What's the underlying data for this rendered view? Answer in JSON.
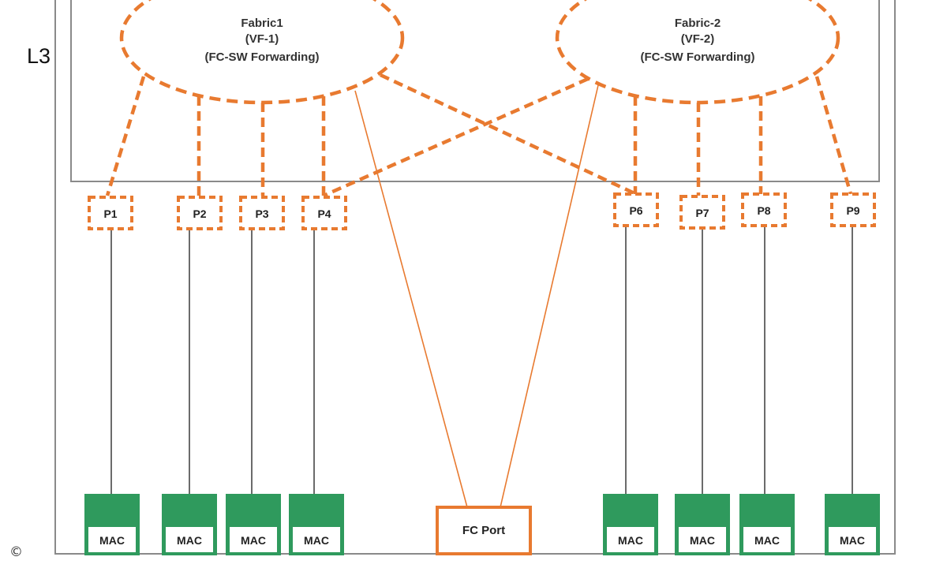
{
  "diagram": {
    "layer_label": "L3",
    "copyright_mark": "©",
    "fabrics": [
      {
        "id": "fabric1",
        "lines": [
          "Fabric1",
          "(VF-1)",
          "(FC-SW Forwarding)"
        ]
      },
      {
        "id": "fabric2",
        "lines": [
          "Fabric-2",
          "(VF-2)",
          "(FC-SW Forwarding)"
        ]
      }
    ],
    "ports": [
      {
        "id": "p1",
        "label": "P1"
      },
      {
        "id": "p2",
        "label": "P2"
      },
      {
        "id": "p3",
        "label": "P3"
      },
      {
        "id": "p4",
        "label": "P4"
      },
      {
        "id": "p6",
        "label": "P6"
      },
      {
        "id": "p7",
        "label": "P7"
      },
      {
        "id": "p8",
        "label": "P8"
      },
      {
        "id": "p9",
        "label": "P9"
      }
    ],
    "macs": [
      {
        "id": "mac1",
        "label": "MAC"
      },
      {
        "id": "mac2",
        "label": "MAC"
      },
      {
        "id": "mac3",
        "label": "MAC"
      },
      {
        "id": "mac4",
        "label": "MAC"
      },
      {
        "id": "mac6",
        "label": "MAC"
      },
      {
        "id": "mac7",
        "label": "MAC"
      },
      {
        "id": "mac8",
        "label": "MAC"
      },
      {
        "id": "mac9",
        "label": "MAC"
      }
    ],
    "fc_port": {
      "label": "FC Port"
    },
    "colors": {
      "orange": "#e87a30",
      "green": "#2f9a5d",
      "line_gray": "#6b6b6b",
      "box_gray": "#8a8a8a"
    }
  }
}
